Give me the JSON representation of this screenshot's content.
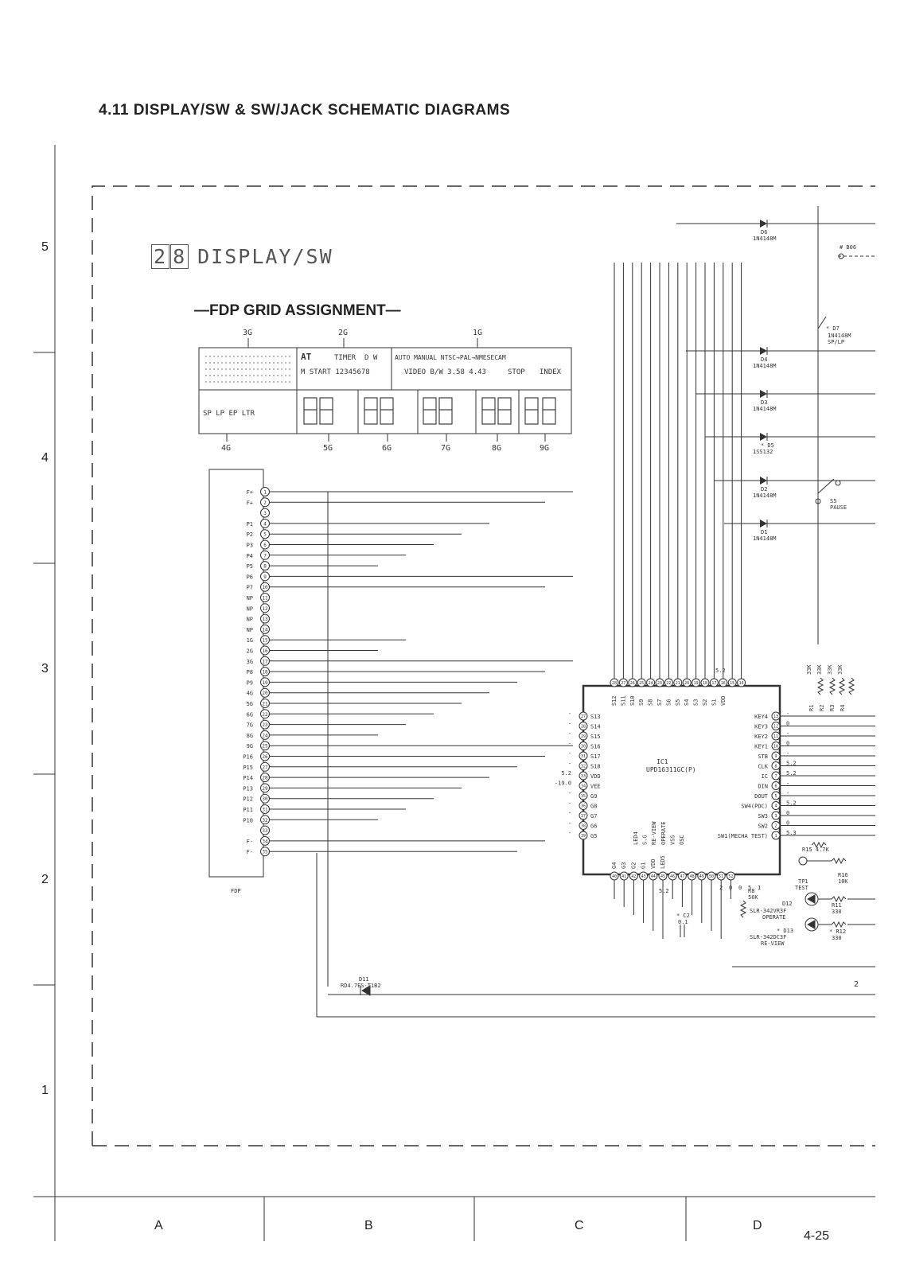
{
  "title": "4.11   DISPLAY/SW & SW/JACK SCHEMATIC DIAGRAMS",
  "section": {
    "number_a": "2",
    "number_b": "8",
    "name": "DISPLAY/SW"
  },
  "fdp_heading": "—FDP GRID ASSIGNMENT—",
  "row_labels": [
    "5",
    "4",
    "3",
    "2",
    "1"
  ],
  "col_labels": [
    "A",
    "B",
    "C",
    "D"
  ],
  "page_number": "4-25",
  "fdp": {
    "grid_labels_top": [
      "3G",
      "2G",
      "1G"
    ],
    "grid_labels_bottom": [
      "4G",
      "5G",
      "6G",
      "7G",
      "8G",
      "9G"
    ],
    "indicators_2g_a": "AT",
    "indicators_2g_b": "TIMER",
    "indicators_2g_c": "D W",
    "indicators_2g_d": "M START 12345678",
    "indicators_1g_a": "AUTO MANUAL NTSC→PAL→NMESECAM",
    "indicators_1g_b": "VIDEO B/W 3.58 4.43",
    "indicators_1g_stop": "STOP",
    "indicators_1g_index": "INDEX",
    "indicators_4g": "SP LP EP LTR",
    "label": "FDP"
  },
  "connector_pins": [
    {
      "n": "1",
      "name": "F+"
    },
    {
      "n": "2",
      "name": "F+"
    },
    {
      "n": "3",
      "name": ""
    },
    {
      "n": "4",
      "name": "P1"
    },
    {
      "n": "5",
      "name": "P2"
    },
    {
      "n": "6",
      "name": "P3"
    },
    {
      "n": "7",
      "name": "P4"
    },
    {
      "n": "8",
      "name": "P5"
    },
    {
      "n": "9",
      "name": "P6"
    },
    {
      "n": "10",
      "name": "P7"
    },
    {
      "n": "11",
      "name": "NP"
    },
    {
      "n": "12",
      "name": "NP"
    },
    {
      "n": "13",
      "name": "NP"
    },
    {
      "n": "14",
      "name": "NP"
    },
    {
      "n": "15",
      "name": "1G"
    },
    {
      "n": "16",
      "name": "2G"
    },
    {
      "n": "17",
      "name": "3G"
    },
    {
      "n": "18",
      "name": "P8"
    },
    {
      "n": "19",
      "name": "P9"
    },
    {
      "n": "20",
      "name": "4G"
    },
    {
      "n": "21",
      "name": "5G"
    },
    {
      "n": "22",
      "name": "6G"
    },
    {
      "n": "23",
      "name": "7G"
    },
    {
      "n": "24",
      "name": "8G"
    },
    {
      "n": "25",
      "name": "9G"
    },
    {
      "n": "26",
      "name": "P16"
    },
    {
      "n": "27",
      "name": "P15"
    },
    {
      "n": "28",
      "name": "P14"
    },
    {
      "n": "29",
      "name": "P13"
    },
    {
      "n": "30",
      "name": "P12"
    },
    {
      "n": "31",
      "name": "P11"
    },
    {
      "n": "32",
      "name": "P10"
    },
    {
      "n": "33",
      "name": ""
    },
    {
      "n": "34",
      "name": "F-"
    },
    {
      "n": "35",
      "name": "F-"
    }
  ],
  "ic": {
    "ref": "IC1",
    "part": "UPD16311GC(P)",
    "top_pins": [
      {
        "n": "28",
        "name": "S12"
      },
      {
        "n": "27",
        "name": "S11"
      },
      {
        "n": "26",
        "name": "S10"
      },
      {
        "n": "25",
        "name": "S9"
      },
      {
        "n": "24",
        "name": "S8"
      },
      {
        "n": "23",
        "name": "S7"
      },
      {
        "n": "22",
        "name": "S6"
      },
      {
        "n": "21",
        "name": "S5"
      },
      {
        "n": "20",
        "name": "S4"
      },
      {
        "n": "19",
        "name": "S3"
      },
      {
        "n": "18",
        "name": "S2"
      },
      {
        "n": "17",
        "name": "S1"
      },
      {
        "n": "16",
        "name": "VDD"
      },
      {
        "n": "15",
        "name": ""
      },
      {
        "n": "14",
        "name": ""
      }
    ],
    "left_pins": [
      {
        "n": "27",
        "name": "S13",
        "v": "-"
      },
      {
        "n": "28",
        "name": "S14",
        "v": "-"
      },
      {
        "n": "29",
        "name": "S15",
        "v": "-"
      },
      {
        "n": "30",
        "name": "S16",
        "v": "-"
      },
      {
        "n": "31",
        "name": "S17",
        "v": "-"
      },
      {
        "n": "32",
        "name": "S18",
        "v": "-"
      },
      {
        "n": "33",
        "name": "VDD",
        "v": "5.2"
      },
      {
        "n": "34",
        "name": "VEE",
        "v": "-19.0"
      },
      {
        "n": "35",
        "name": "G9",
        "v": "-"
      },
      {
        "n": "36",
        "name": "G8",
        "v": "-"
      },
      {
        "n": "37",
        "name": "G7",
        "v": "-"
      },
      {
        "n": "38",
        "name": "G6",
        "v": "-"
      },
      {
        "n": "39",
        "name": "G5",
        "v": "-"
      }
    ],
    "right_pins": [
      {
        "n": "13",
        "name": "KEY4",
        "v": "-"
      },
      {
        "n": "12",
        "name": "KEY3",
        "v": "0"
      },
      {
        "n": "11",
        "name": "KEY2",
        "v": "-"
      },
      {
        "n": "10",
        "name": "KEY1",
        "v": "0"
      },
      {
        "n": "9",
        "name": "STB",
        "v": "-"
      },
      {
        "n": "8",
        "name": "CLK",
        "v": "5.2"
      },
      {
        "n": "7",
        "name": "IC",
        "v": "5.2"
      },
      {
        "n": "6",
        "name": "DIN",
        "v": "-"
      },
      {
        "n": "5",
        "name": "DOUT",
        "v": "-"
      },
      {
        "n": "4",
        "name": "SW4(PDC)",
        "v": "5.2"
      },
      {
        "n": "3",
        "name": "SW3",
        "v": "0"
      },
      {
        "n": "2",
        "name": "SW2",
        "v": "0"
      },
      {
        "n": "1",
        "name": "SW1(MECHA TEST)",
        "v": "5.3"
      }
    ],
    "bottom_pins": [
      {
        "n": "40",
        "name": "G4"
      },
      {
        "n": "41",
        "name": "G3"
      },
      {
        "n": "42",
        "name": "G2"
      },
      {
        "n": "43",
        "name": "G1"
      },
      {
        "n": "44",
        "name": "VDD"
      },
      {
        "n": "45",
        "name": "LED5"
      },
      {
        "n": "46",
        "name": ""
      },
      {
        "n": "47",
        "name": ""
      },
      {
        "n": "48",
        "name": ""
      },
      {
        "n": "49",
        "name": ""
      },
      {
        "n": "50",
        "name": ""
      },
      {
        "n": "51",
        "name": ""
      },
      {
        "n": "52",
        "name": ""
      }
    ],
    "inner_labels": [
      "LED4",
      "S.G",
      "RE-VIEW",
      "OPERATE",
      "VSS",
      "OSC"
    ]
  },
  "vdd_top_voltage": "5.2",
  "vdd_bottom_voltage": "5.2",
  "bottom_pin_voltages": [
    "2",
    "0",
    "0",
    "5",
    "1"
  ],
  "diodes": [
    {
      "ref": "D6",
      "part": "1N4148M"
    },
    {
      "ref": "D4",
      "part": "1N4148M"
    },
    {
      "ref": "D3",
      "part": "1N4148M"
    },
    {
      "ref": "* D5",
      "part": "1SS132"
    },
    {
      "ref": "D2",
      "part": "1N4148M"
    },
    {
      "ref": "D1",
      "part": "1N4148M"
    }
  ],
  "d7": {
    "ref": "* D7",
    "part": "1N4148M",
    "func": "SP/LP"
  },
  "s5": {
    "ref": "S5",
    "func": "PAUSE"
  },
  "b06": "# B06",
  "resistors_top": [
    "33K",
    "33K",
    "33K",
    "33K"
  ],
  "resistor_refs": [
    "R1",
    "R2",
    "R3",
    "R4"
  ],
  "r15": "R15  4.7K",
  "r16": {
    "ref": "R16",
    "value": "10K"
  },
  "tp1": {
    "ref": "TP1",
    "func": "TEST"
  },
  "r8": {
    "ref": "R8",
    "value": "56K"
  },
  "d12": {
    "ref": "D12",
    "part": "SLR-342VR3F",
    "func": "OPERATE"
  },
  "d13": {
    "ref": "* D13",
    "part": "SLR-342DC3F",
    "func": "RE-VIEW"
  },
  "r11": {
    "ref": "R11",
    "value": "330"
  },
  "r12": {
    "ref": "* R12",
    "value": "330"
  },
  "c2": {
    "ref": "* C2",
    "value": "0.1"
  },
  "d11": {
    "ref": "D11",
    "part": "RD4.7ES-T1B2"
  },
  "edge_mark": "2"
}
